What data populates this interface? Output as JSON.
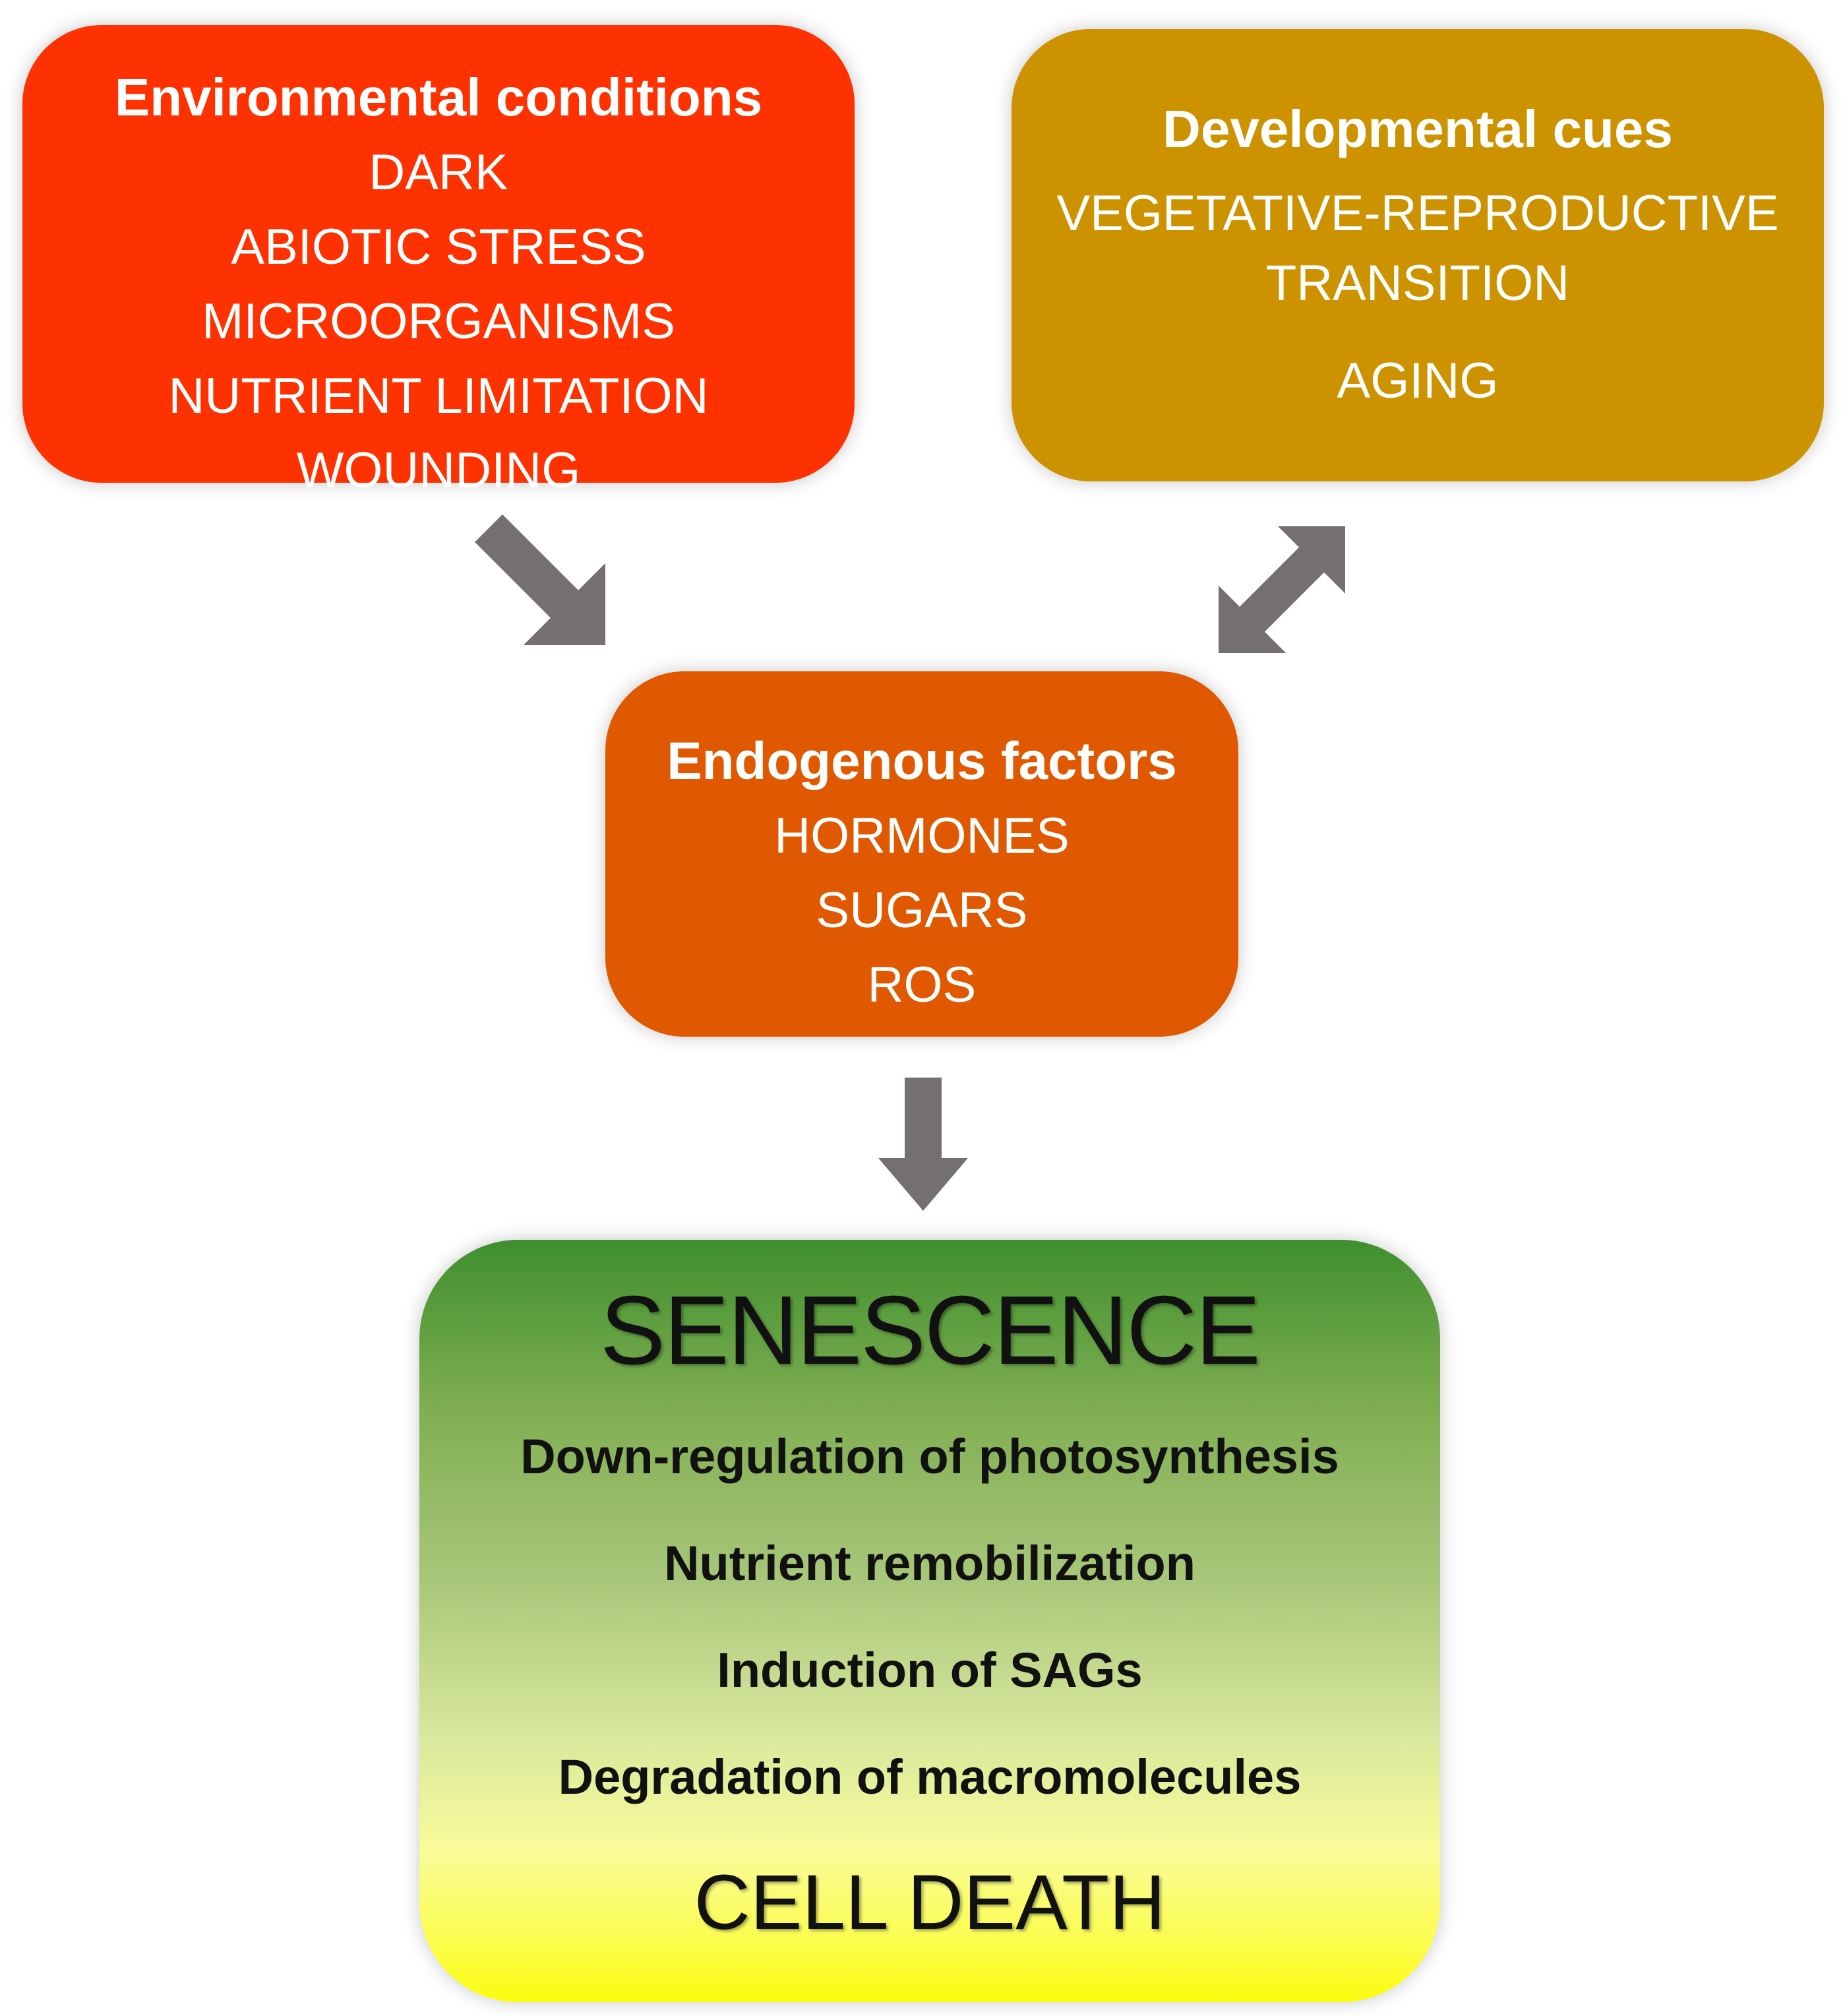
{
  "environmental": {
    "title": "Environmental conditions",
    "items": [
      "DARK",
      "ABIOTIC STRESS",
      "MICROORGANISMS",
      "NUTRIENT LIMITATION",
      "WOUNDING"
    ]
  },
  "developmental": {
    "title": "Developmental cues",
    "items": [
      "VEGETATIVE-REPRODUCTIVE",
      "TRANSITION",
      "AGING"
    ]
  },
  "endogenous": {
    "title": "Endogenous factors",
    "items": [
      "HORMONES",
      "SUGARS",
      "ROS"
    ]
  },
  "senescence": {
    "title": "SENESCENCE",
    "processes": [
      "Down-regulation of photosynthesis",
      "Nutrient remobilization",
      "Induction of SAGs",
      "Degradation of macromolecules"
    ],
    "final": "CELL DEATH"
  },
  "colors": {
    "environmental": "#fd3200",
    "developmental": "#cc9200",
    "endogenous": "#e05800",
    "senescence_top": "#3f8f2e",
    "senescence_bottom": "#fcfc0c",
    "arrow": "#757070"
  }
}
